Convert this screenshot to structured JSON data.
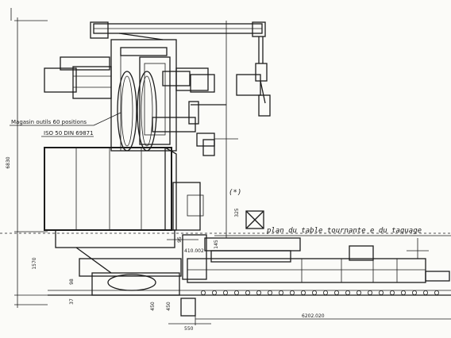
{
  "labels": {
    "magazine_line1": "Magasin outils 60 positions",
    "magazine_line2": "ISO 50 DIN 69871",
    "plan_note": "plan du table tournante e du taquage",
    "star_note": "(*)"
  },
  "dimensions": {
    "total_height": "6830",
    "lower_height": "1570",
    "d_98": "98",
    "d_37": "37",
    "d_450": "450",
    "d_450b": "450",
    "d_550": "550",
    "d_95": "95",
    "d_145": "145",
    "d_325": "325",
    "d_410": "410.002",
    "length": "6202.020"
  }
}
